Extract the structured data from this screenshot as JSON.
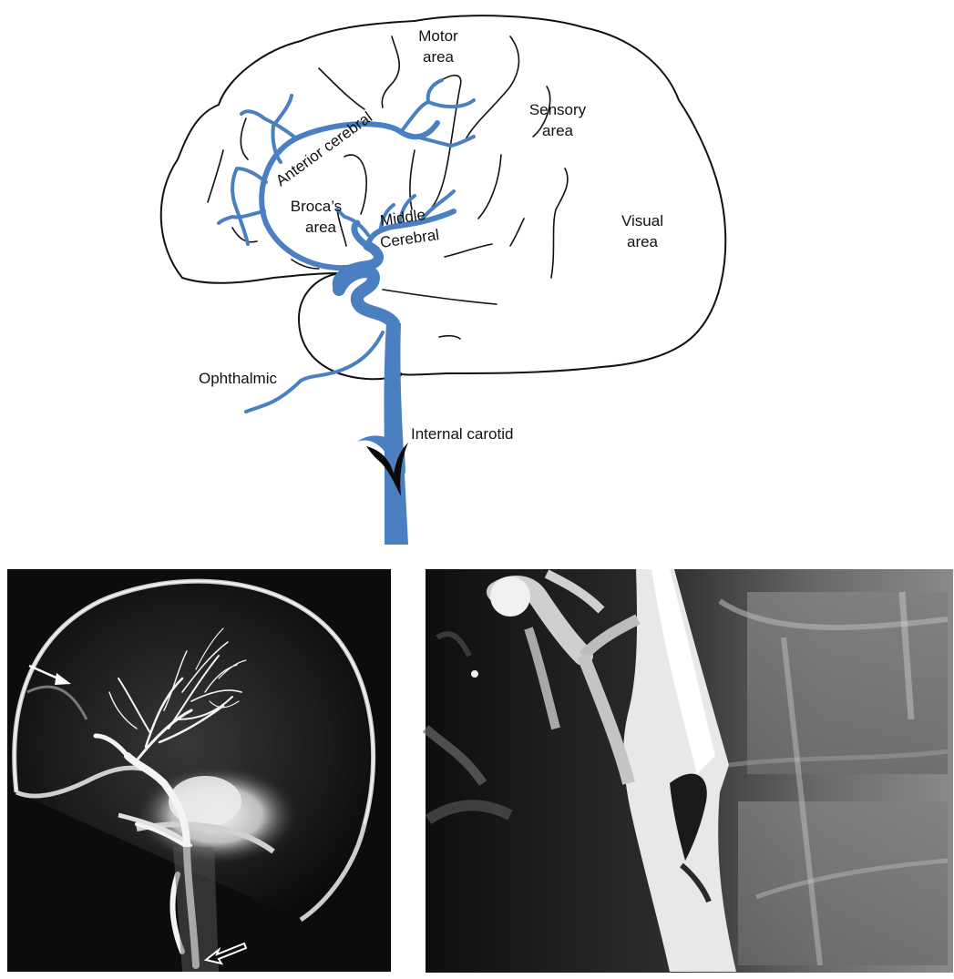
{
  "diagram": {
    "labels": {
      "motor": [
        "Motor",
        "area"
      ],
      "sensory": [
        "Sensory",
        "area"
      ],
      "visual": [
        "Visual",
        "area"
      ],
      "anterior_cerebral": "Anterior cerebral",
      "brocas": [
        "Broca’s",
        "area"
      ],
      "middle_cerebral": [
        "Middle",
        "Cerebral"
      ],
      "ophthalmic": "Ophthalmic",
      "internal_carotid": "Internal carotid"
    },
    "colors": {
      "vessel": "#4a7fc1",
      "outline": "#111111",
      "xray_background": "#0d0d0d"
    }
  },
  "angiograms": {
    "left_panel": {
      "arrow_icons": [
        "white-arrow-icon",
        "hollow-arrow-icon"
      ]
    },
    "right_panel": {}
  }
}
